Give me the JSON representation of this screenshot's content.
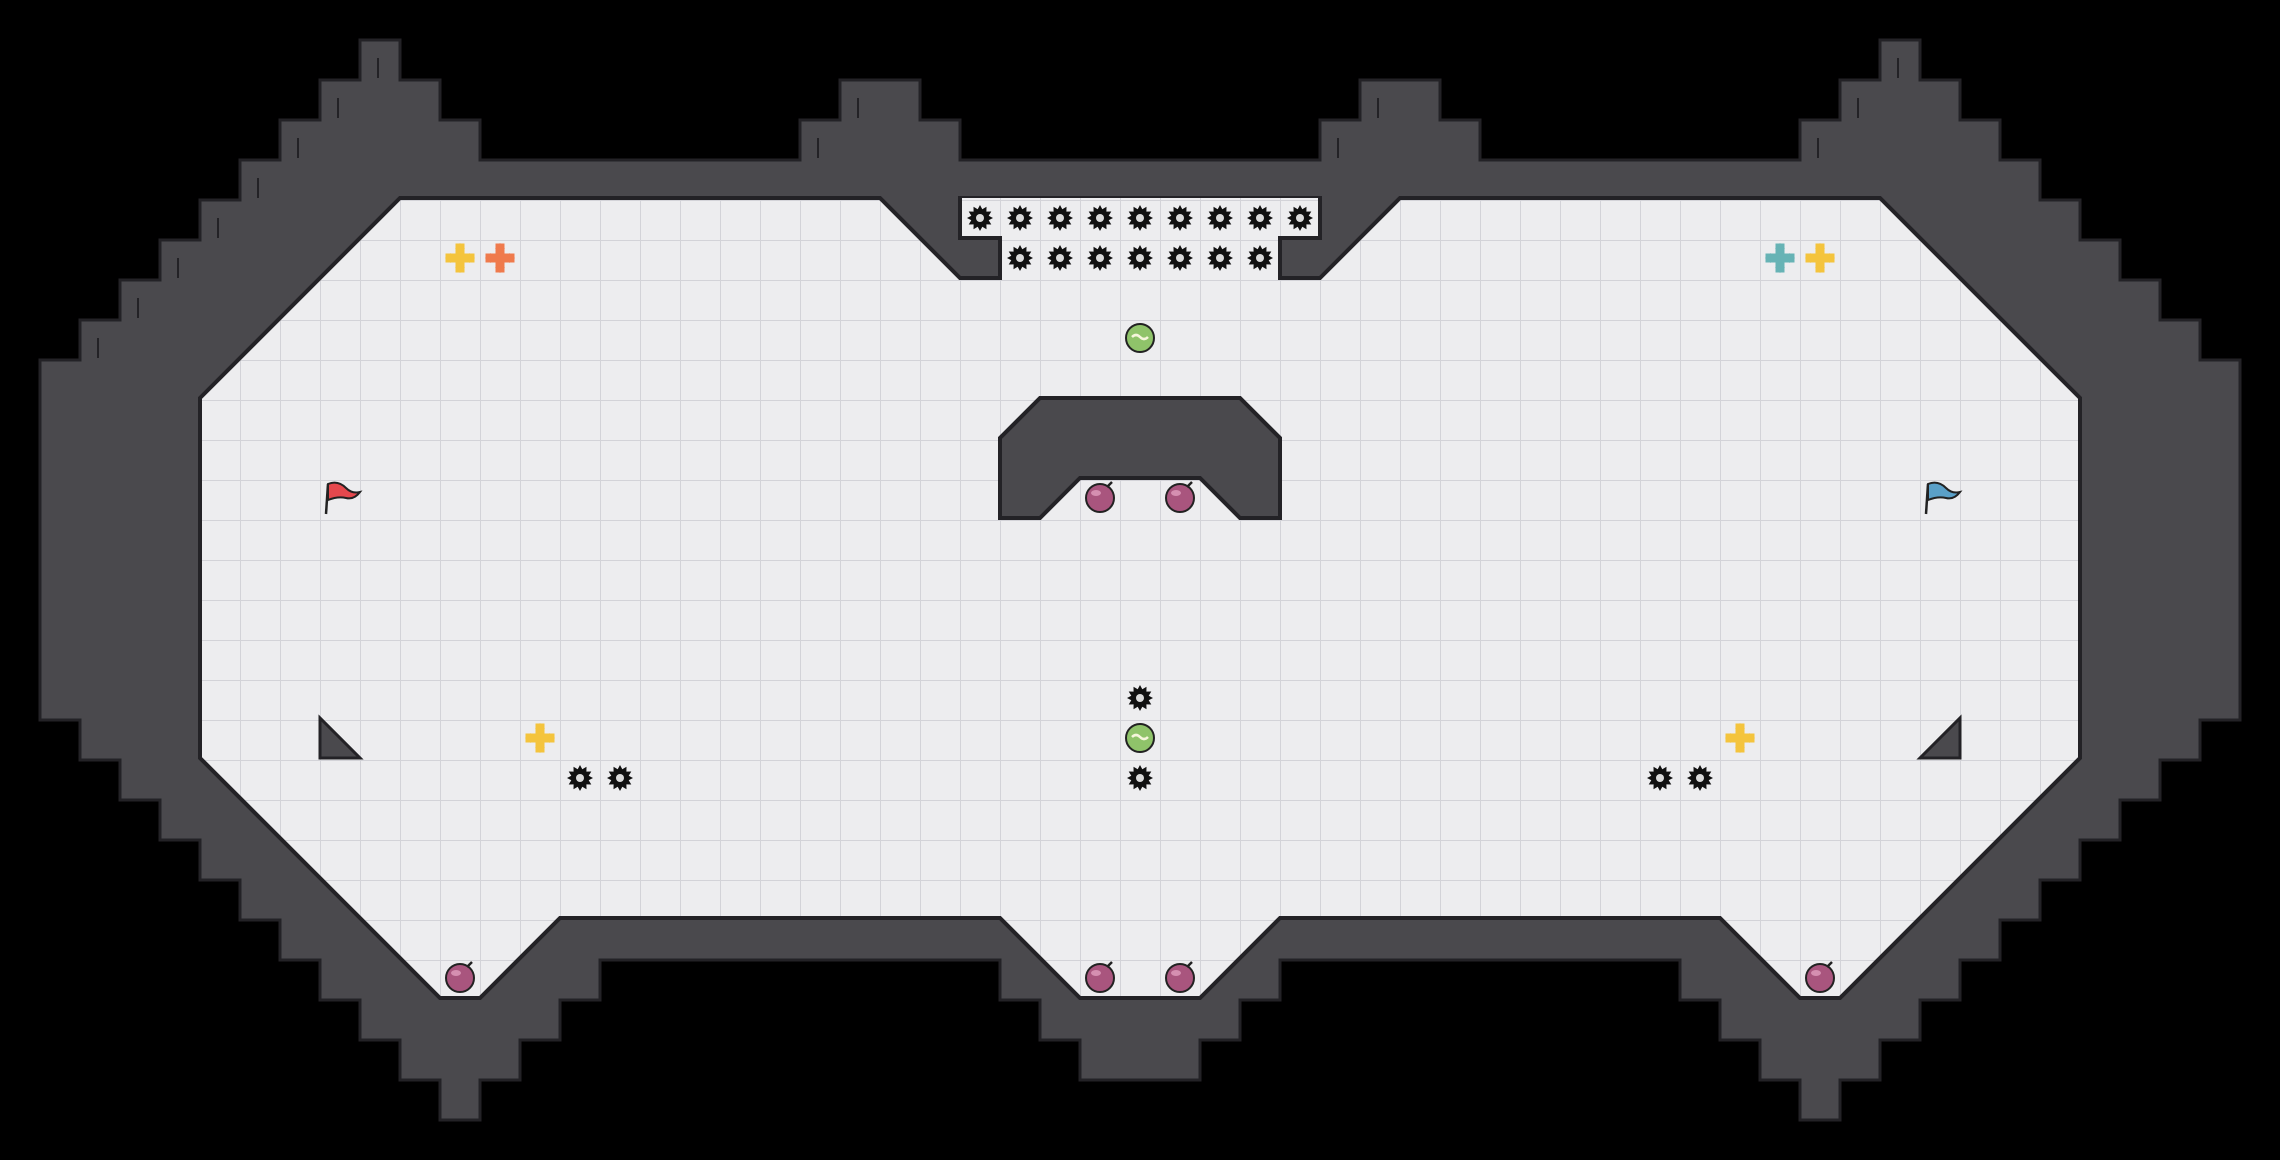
{
  "colors": {
    "background": "#000000",
    "wall": "#4a494d",
    "wall_edge": "#232226",
    "floor": "#ededef",
    "grid": "#d6d6da",
    "spike": "#111111",
    "plus_yellow": "#f4c43d",
    "plus_orange": "#ef7a4c",
    "plus_teal": "#67b3b5",
    "flag_red": "#e5484d",
    "flag_blue": "#5aa0c8",
    "bomb": "#a9557e",
    "gem": "#8fc36a"
  },
  "map": {
    "grid_size": 40,
    "columns": 57,
    "rows": 29
  },
  "flags": [
    {
      "team": "red",
      "col": 8,
      "row": 12
    },
    {
      "team": "blue",
      "col": 48,
      "row": 12
    }
  ],
  "powerups": [
    {
      "kind": "plus-yellow",
      "col": 11,
      "row": 6
    },
    {
      "kind": "plus-orange",
      "col": 12,
      "row": 6
    },
    {
      "kind": "plus-teal",
      "col": 44,
      "row": 6
    },
    {
      "kind": "plus-yellow",
      "col": 45,
      "row": 6
    },
    {
      "kind": "plus-yellow",
      "col": 13,
      "row": 18
    },
    {
      "kind": "plus-yellow",
      "col": 43,
      "row": 18
    }
  ],
  "gems": [
    {
      "col": 28,
      "row": 8
    },
    {
      "col": 28,
      "row": 18
    }
  ],
  "bombs": [
    {
      "col": 27,
      "row": 12
    },
    {
      "col": 29,
      "row": 12
    },
    {
      "col": 11,
      "row": 24
    },
    {
      "col": 27,
      "row": 24
    },
    {
      "col": 29,
      "row": 24
    },
    {
      "col": 45,
      "row": 24
    }
  ],
  "spikes": [
    {
      "col": 24,
      "row": 5
    },
    {
      "col": 25,
      "row": 5
    },
    {
      "col": 26,
      "row": 5
    },
    {
      "col": 27,
      "row": 5
    },
    {
      "col": 28,
      "row": 5
    },
    {
      "col": 29,
      "row": 5
    },
    {
      "col": 30,
      "row": 5
    },
    {
      "col": 31,
      "row": 5
    },
    {
      "col": 32,
      "row": 5
    },
    {
      "col": 25,
      "row": 6
    },
    {
      "col": 26,
      "row": 6
    },
    {
      "col": 27,
      "row": 6
    },
    {
      "col": 28,
      "row": 6
    },
    {
      "col": 29,
      "row": 6
    },
    {
      "col": 30,
      "row": 6
    },
    {
      "col": 31,
      "row": 6
    },
    {
      "col": 28,
      "row": 17
    },
    {
      "col": 28,
      "row": 19
    },
    {
      "col": 14,
      "row": 19
    },
    {
      "col": 15,
      "row": 19
    },
    {
      "col": 41,
      "row": 19
    },
    {
      "col": 42,
      "row": 19
    }
  ]
}
